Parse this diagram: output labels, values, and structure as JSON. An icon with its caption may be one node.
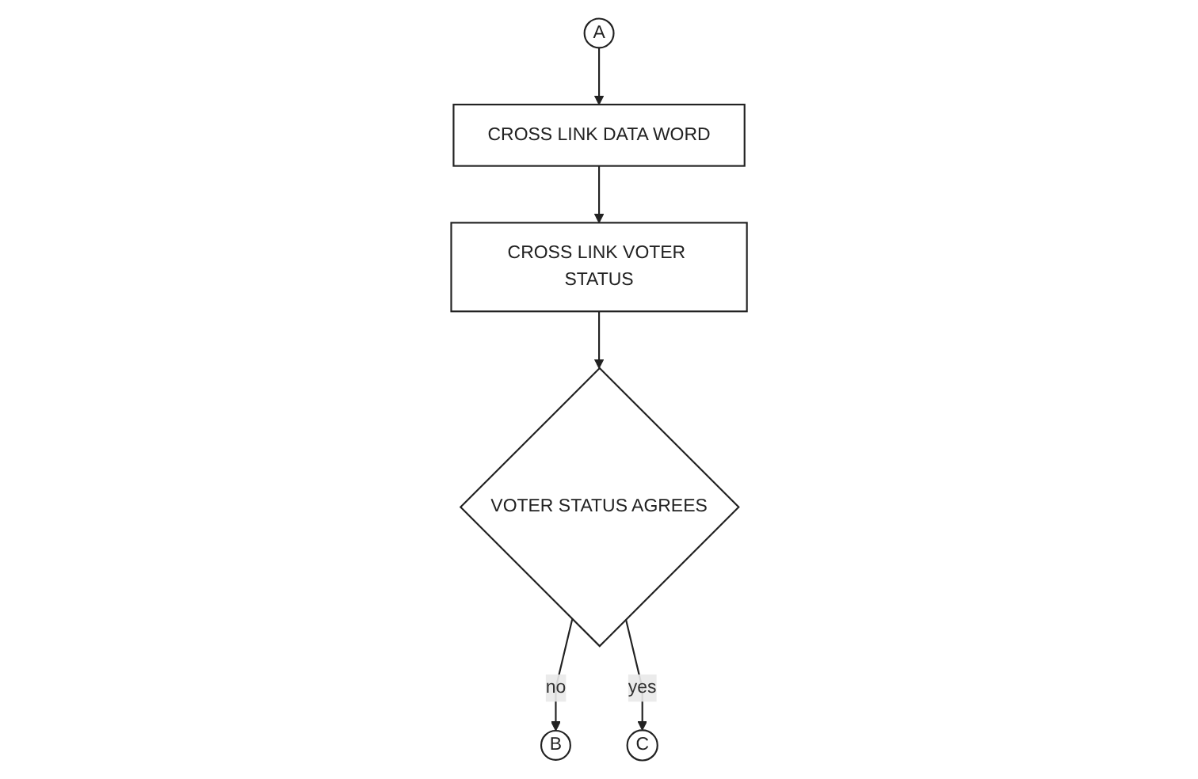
{
  "diagram": {
    "nodes": [
      {
        "text": [
          "A"
        ]
      },
      {
        "text": [
          "CROSS LINK DATA WORD"
        ]
      },
      {
        "text": [
          "CROSS LINK VOTER STATUS"
        ]
      },
      {
        "text": [
          "VOTER STATUS AGREES"
        ]
      },
      {
        "text": [
          "B"
        ]
      },
      {
        "text": [
          "C"
        ]
      }
    ],
    "edges": [
      {
        "from": 0,
        "to": 1,
        "arrow": "to"
      },
      {
        "from": 1,
        "to": 2,
        "arrow": "to"
      },
      {
        "from": 2,
        "to": 3,
        "arrow": "to"
      },
      {
        "from": 3,
        "to": 4,
        "label": "no",
        "arrow": "to"
      },
      {
        "from": 3,
        "to": 5,
        "label": "yes",
        "arrow": "to"
      }
    ]
  }
}
